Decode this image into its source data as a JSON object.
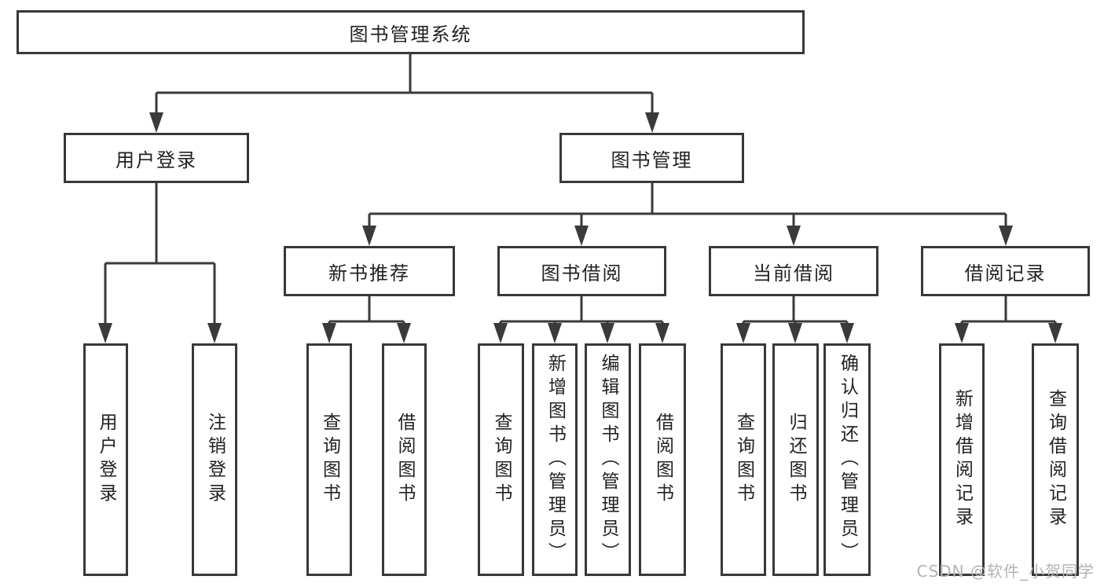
{
  "diagram": {
    "root": {
      "label": "图书管理系统"
    },
    "branches": [
      {
        "label": "用户登录",
        "children": [
          {
            "label": "用户登录"
          },
          {
            "label": "注销登录"
          }
        ]
      },
      {
        "label": "图书管理",
        "groups": [
          {
            "label": "新书推荐",
            "children": [
              {
                "label": "查询图书"
              },
              {
                "label": "借阅图书"
              }
            ]
          },
          {
            "label": "图书借阅",
            "children": [
              {
                "label": "查询图书"
              },
              {
                "label": "新增图书（管理员）"
              },
              {
                "label": "编辑图书（管理员）"
              },
              {
                "label": "借阅图书"
              }
            ]
          },
          {
            "label": "当前借阅",
            "children": [
              {
                "label": "查询图书"
              },
              {
                "label": "归还图书"
              },
              {
                "label": "确认归还（管理员）"
              }
            ]
          },
          {
            "label": "借阅记录",
            "children": [
              {
                "label": "新增借阅记录"
              },
              {
                "label": "查询借阅记录"
              }
            ]
          }
        ]
      }
    ]
  },
  "watermark": {
    "text": "CSDN @软件_小贺同学"
  },
  "colors": {
    "line": "#3a3a3a",
    "text": "#222222",
    "watermark": "#b3b3b3",
    "background": "#ffffff"
  }
}
